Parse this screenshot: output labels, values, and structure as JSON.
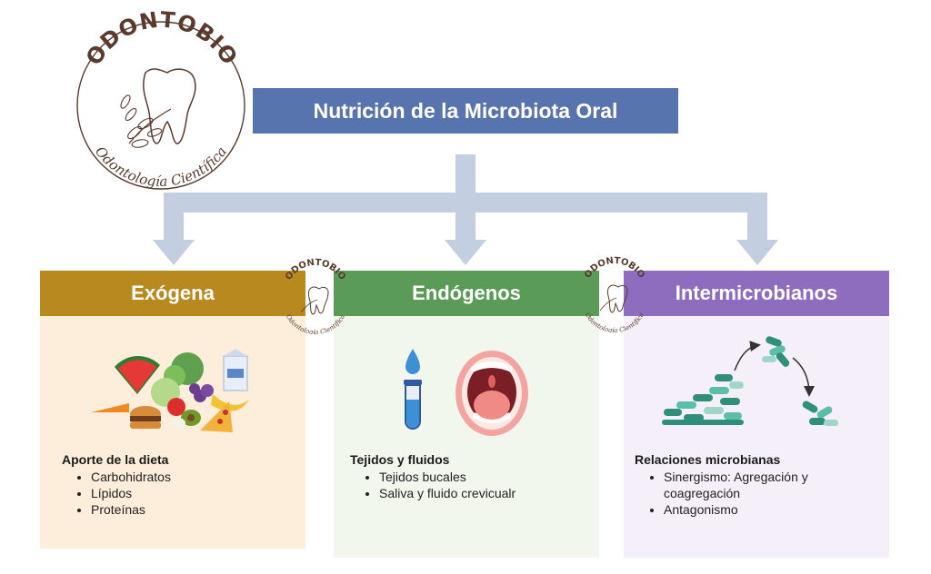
{
  "colors": {
    "title_bg": "#5874AF",
    "arrow": "#C3CEE0",
    "exogena_head": "#B8891F",
    "exogena_body": "#FCEEDA",
    "endogenos_head": "#5A9C57",
    "endogenos_body": "#F2F7EE",
    "intermicro_head": "#8E6DBF",
    "intermicro_body": "#F4EFF8",
    "logo": "#5A3A2C"
  },
  "logo": {
    "name": "ODONTOBIO",
    "tagline": "Odontología Científica"
  },
  "title": "Nutrición de la Microbiota Oral",
  "categories": [
    {
      "id": "exogena",
      "header": "Exógena",
      "list_title": "Aporte de la dieta",
      "items": [
        "Carbohidratos",
        "Lípidos",
        "Proteínas"
      ],
      "icon": "food-icon"
    },
    {
      "id": "endogenos",
      "header": "Endógenos",
      "list_title": "Tejidos y fluidos",
      "items": [
        "Tejidos bucales",
        "Saliva y fluido crevicualr"
      ],
      "icon": "test-tube-mouth-icon"
    },
    {
      "id": "intermicrobianos",
      "header": "Intermicrobianos",
      "list_title": "Relaciones microbianas",
      "items": [
        "Sinergismo: Agregación y coagregación",
        "Antagonismo"
      ],
      "icon": "bacteria-icon"
    }
  ]
}
